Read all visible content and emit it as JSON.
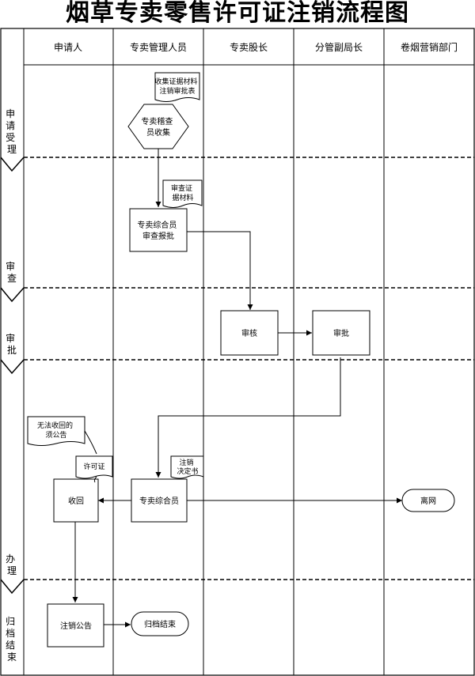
{
  "title": "烟草专卖零售许可证注销流程图",
  "lanes": [
    "申请人",
    "专卖管理人员",
    "专卖股长",
    "分管副局长",
    "卷烟营销部门"
  ],
  "stages": [
    {
      "lines": [
        "申",
        "请",
        "受",
        "理"
      ]
    },
    {
      "lines": [
        "审",
        "查"
      ]
    },
    {
      "lines": [
        "审",
        "批"
      ]
    },
    {
      "lines": [
        "办",
        "理"
      ]
    },
    {
      "lines": [
        "归",
        "档",
        "结",
        "束"
      ]
    }
  ],
  "nodes": {
    "collect": {
      "lines": [
        "专卖稽查",
        "员收集"
      ]
    },
    "review_submit": {
      "lines": [
        "专卖综合员",
        "审查报批"
      ]
    },
    "audit": {
      "lines": [
        "审核"
      ]
    },
    "approve": {
      "lines": [
        "审批"
      ]
    },
    "clerk": {
      "lines": [
        "专卖综合员"
      ]
    },
    "recover": {
      "lines": [
        "收回"
      ]
    },
    "notice": {
      "lines": [
        "注销公告"
      ]
    },
    "leave_net": {
      "lines": [
        "离网"
      ]
    },
    "archive": {
      "lines": [
        "归档结束"
      ]
    }
  },
  "documents": {
    "materials_form": {
      "lines": [
        "收集证据材料",
        "注销审批表"
      ]
    },
    "review_materials": {
      "lines": [
        "审查证",
        "据材料"
      ]
    },
    "decision": {
      "lines": [
        "注销",
        "决定书"
      ]
    },
    "license": {
      "lines": [
        "许可证"
      ]
    },
    "unrecoverable_notice": {
      "lines": [
        "无法收回的",
        "须公告"
      ]
    }
  }
}
